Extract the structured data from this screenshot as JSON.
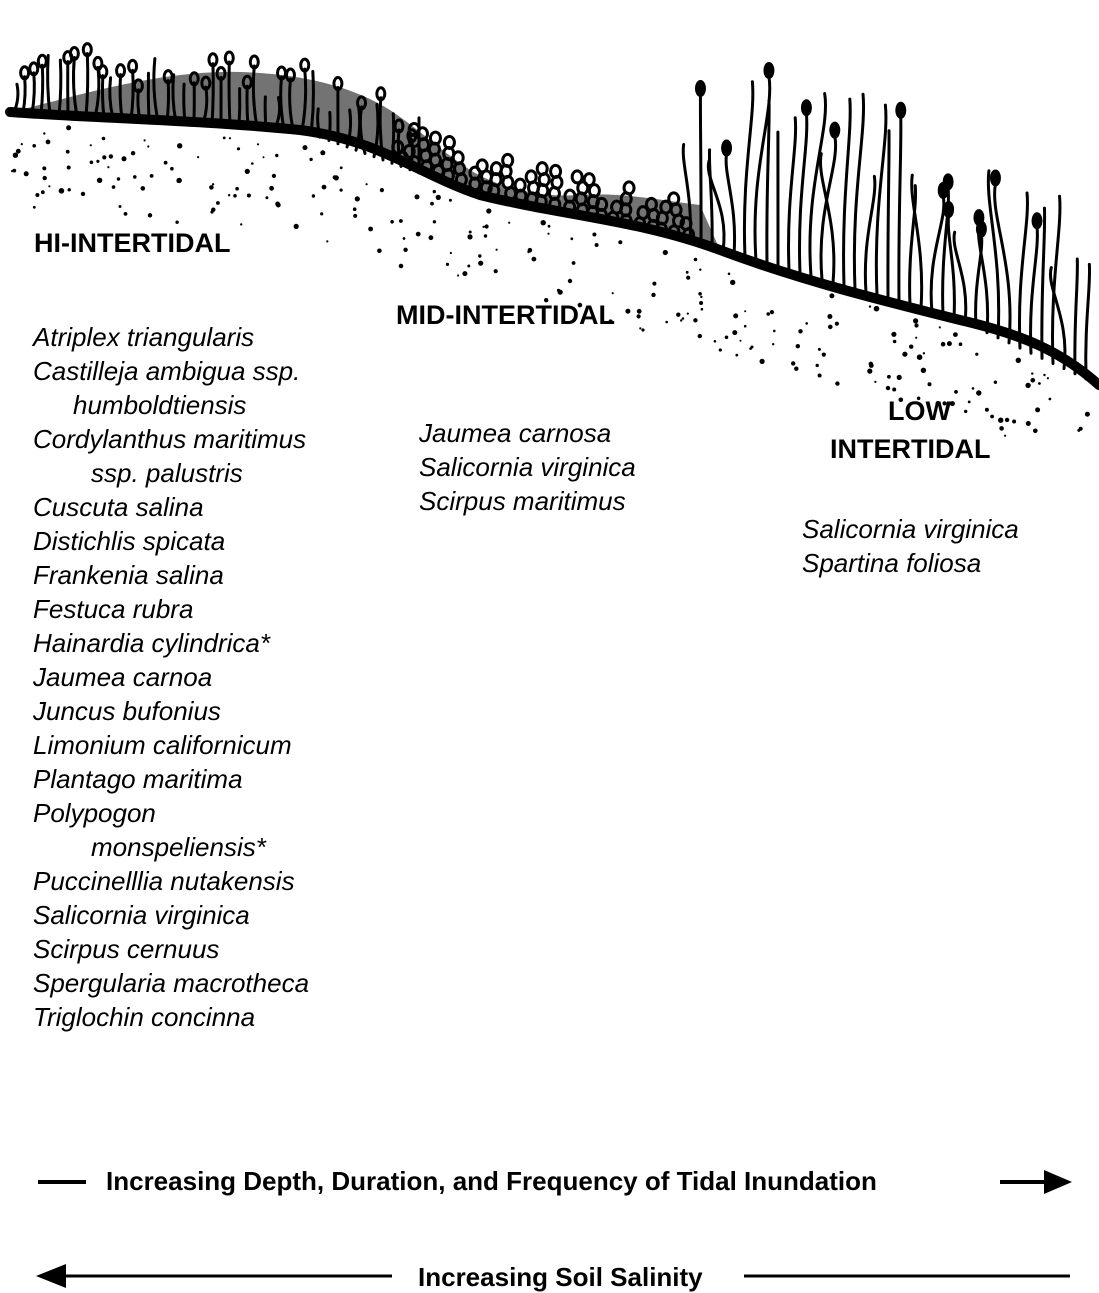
{
  "zones": {
    "high": {
      "title": "HI-INTERTIDAL",
      "species": [
        "Atriplex triangularis",
        "Castilleja ambigua ssp.",
        "humboldtiensis",
        "Cordylanthus maritimus",
        "ssp. palustris",
        "Cuscuta salina",
        "Distichlis spicata",
        "Frankenia salina",
        "Festuca rubra",
        "Hainardia cylindrica*",
        "Jaumea carnoa",
        "Juncus bufonius",
        "Limonium californicum",
        "Plantago maritima",
        "Polypogon",
        "monspeliensis*",
        "Puccinelllia nutakensis",
        "Salicornia virginica",
        "Scirpus cernuus",
        "Spergularia macrotheca",
        "Triglochin concinna"
      ]
    },
    "mid": {
      "title": "MID-INTERTIDAL",
      "species": [
        "Jaumea carnosa",
        "Salicornia virginica",
        "Scirpus maritimus"
      ]
    },
    "low": {
      "title_line1": "LOW",
      "title_line2": "INTERTIDAL",
      "species": [
        "Salicornia virginica",
        "Spartina foliosa"
      ]
    }
  },
  "gradients": {
    "inundation": "Increasing Depth, Duration, and Frequency of Tidal Inundation",
    "salinity": "Increasing Soil Salinity"
  },
  "colors": {
    "ink": "#000000",
    "background": "#ffffff"
  }
}
